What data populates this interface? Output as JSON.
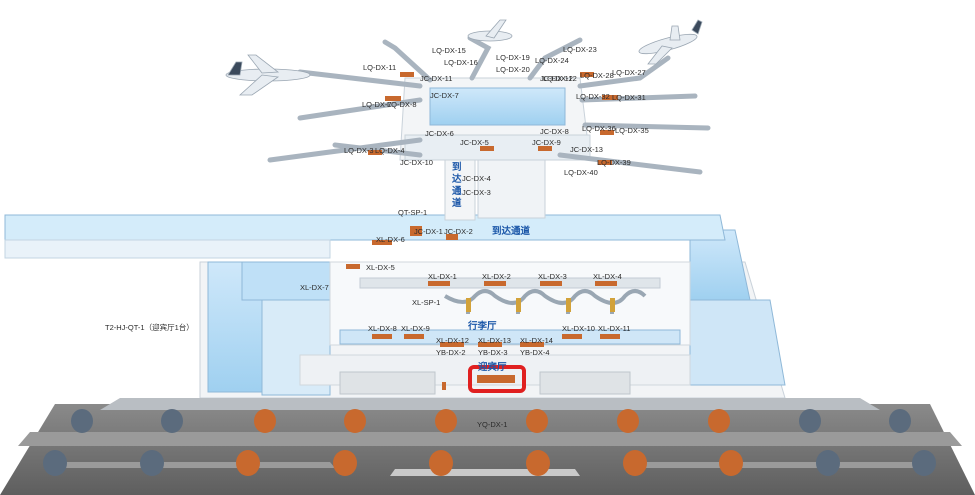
{
  "map": {
    "gate_labels": {
      "lq15": "LQ-DX-15",
      "lq16": "LQ-DX-16",
      "lq19": "LQ-DX-19",
      "lq20": "LQ-DX-20",
      "lq23": "LQ-DX-23",
      "lq24": "LQ-DX-24",
      "lq11": "LQ-DX-11",
      "lq12": "LQ-DX-12",
      "lq27": "LQ-DX-27",
      "lq28": "LQ-DX-28",
      "lq7": "LQ-DX-7",
      "lq8": "LQ-DX-8",
      "lq31": "LQ-DX-31",
      "lq32": "LQ-DX-32",
      "lq35": "LQ-DX-35",
      "lq36": "LQ-DX-36",
      "lq3": "LQ-DX-3",
      "lq4": "LQ-DX-4",
      "lq39": "LQ-DX-39",
      "lq40": "LQ-DX-40"
    },
    "jc_labels": {
      "jc11": "JC-DX-11",
      "jc12": "JC-DX-12",
      "jc7": "JC-DX-7",
      "jc6": "JC-DX-6",
      "jc8": "JC-DX-8",
      "jc5": "JC-DX-5",
      "jc9": "JC-DX-9",
      "jc13": "JC-DX-13",
      "jc10": "JC-DX-10",
      "jc4": "JC-DX-4",
      "jc3": "JC-DX-3",
      "jc1": "JC-DX-1",
      "jc2": "JC-DX-2"
    },
    "hall_labels": {
      "qt_sp1": "QT-SP-1",
      "xl6": "XL-DX-6",
      "xl5": "XL-DX-5",
      "xl7": "XL-DX-7",
      "xl1": "XL-DX-1",
      "xl2": "XL-DX-2",
      "xl3": "XL-DX-3",
      "xl4": "XL-DX-4",
      "xl_sp1": "XL-SP-1",
      "xl8": "XL-DX-8",
      "xl9": "XL-DX-9",
      "xl12": "XL-DX-12",
      "xl13": "XL-DX-13",
      "xl14": "XL-DX-14",
      "xl10": "XL-DX-10",
      "xl11": "XL-DX-11",
      "yb2": "YB-DX-2",
      "yb3": "YB-DX-3",
      "yb4": "YB-DX-4",
      "yq1": "YQ-DX-1",
      "t2": "T2-HJ-QT-1（迎宾厅1台）"
    },
    "area_labels": {
      "arrival_vertical": "到达通道",
      "arrival_corridor": "到达通道",
      "baggage_hall": "行李厅",
      "greeting_hall": "迎宾厅"
    },
    "colors": {
      "glass": "#bfe0f7",
      "glass_dark": "#8fc5ea",
      "floor": "#f4f6f8",
      "wall": "#d9dee3",
      "ad": "#c8692e",
      "road": "#6e6e6e",
      "pillar_orange": "#c8692e",
      "pillar_grey": "#5b6b7d",
      "highlight": "#e02020"
    }
  }
}
